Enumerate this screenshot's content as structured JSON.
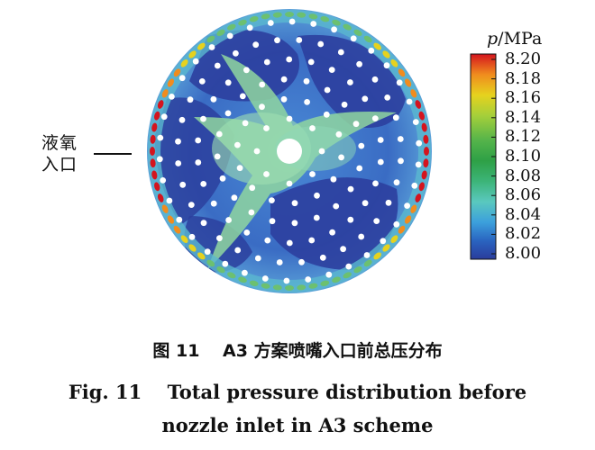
{
  "inlet_label": {
    "line1": "液氧",
    "line2": "入口"
  },
  "colorbar": {
    "variable": "p",
    "unit": "/MPa",
    "ticks": [
      "8.20",
      "8.18",
      "8.16",
      "8.14",
      "8.12",
      "8.10",
      "8.08",
      "8.06",
      "8.04",
      "8.02",
      "8.00"
    ],
    "colors": [
      "#d4141e",
      "#f08c1e",
      "#e6d21e",
      "#a5cf3a",
      "#55b44a",
      "#2ea046",
      "#3cb478",
      "#5ac8be",
      "#3ca0dc",
      "#2a64c0",
      "#2a3c9c"
    ]
  },
  "caption": {
    "cn": "图 11　 A3 方案喷嘴入口前总压分布",
    "en_line1": "Fig. 11　 Total pressure distribution before",
    "en_line2": "nozzle inlet in A3 scheme"
  }
}
